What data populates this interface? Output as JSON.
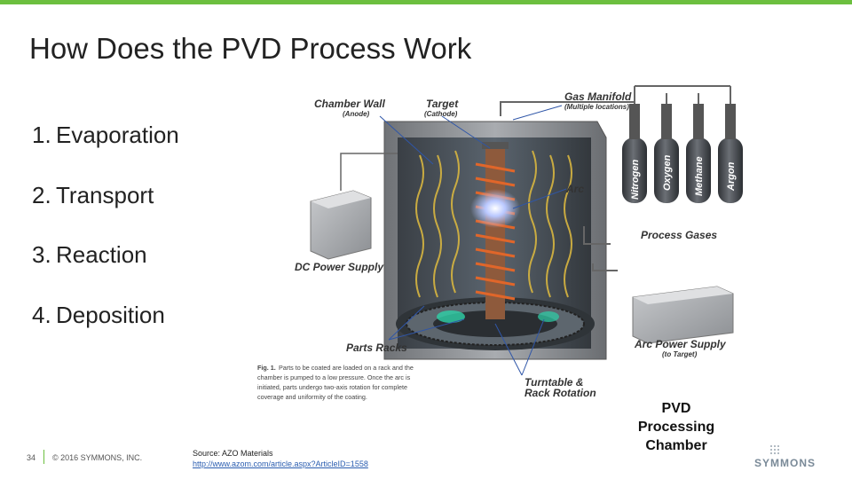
{
  "slide": {
    "title": "How Does the PVD Process Work",
    "steps": [
      {
        "number": "1.",
        "label": "Evaporation"
      },
      {
        "number": "2.",
        "label": "Transport"
      },
      {
        "number": "3.",
        "label": "Reaction"
      },
      {
        "number": "4.",
        "label": "Deposition"
      }
    ],
    "chamber_caption": "PVD Processing Chamber",
    "page_number": "34",
    "copyright": "© 2016 SYMMONS, INC.",
    "source_label": "Source: AZO Materials",
    "source_link": "http://www.azom.com/article.aspx?ArticleID=1558",
    "logo_text": "SYMMONS"
  },
  "figure": {
    "labels": {
      "chamber_wall": "Chamber Wall",
      "chamber_wall_sub": "(Anode)",
      "target": "Target",
      "target_sub": "(Cathode)",
      "gas_manifold": "Gas Manifold",
      "gas_manifold_sub": "(Multiple locations)",
      "arc": "Arc",
      "process_gases": "Process Gases",
      "dc_power_supply": "DC Power Supply",
      "parts_racks": "Parts Racks",
      "arc_power_supply": "Arc Power Supply",
      "arc_power_supply_sub": "(to Target)",
      "turntable": "Turntable &",
      "rack_rotation": "Rack Rotation"
    },
    "gases": [
      "Nitrogen",
      "Oxygen",
      "Methane",
      "Argon"
    ],
    "caption": {
      "lead": "Fig. 1.",
      "line1": "Parts to be coated are loaded on a rack and the",
      "line2": "chamber is pumped to a low pressure. Once the arc is",
      "line3": "initiated, parts undergo two-axis rotation for complete",
      "line4": "coverage and uniformity of the coating."
    },
    "colors": {
      "accent": "#6cbf3f",
      "chamber": "#8d9094",
      "tank": "#4a4d52",
      "arc": "#d4551e",
      "plasma": "#9ab3ff"
    }
  }
}
